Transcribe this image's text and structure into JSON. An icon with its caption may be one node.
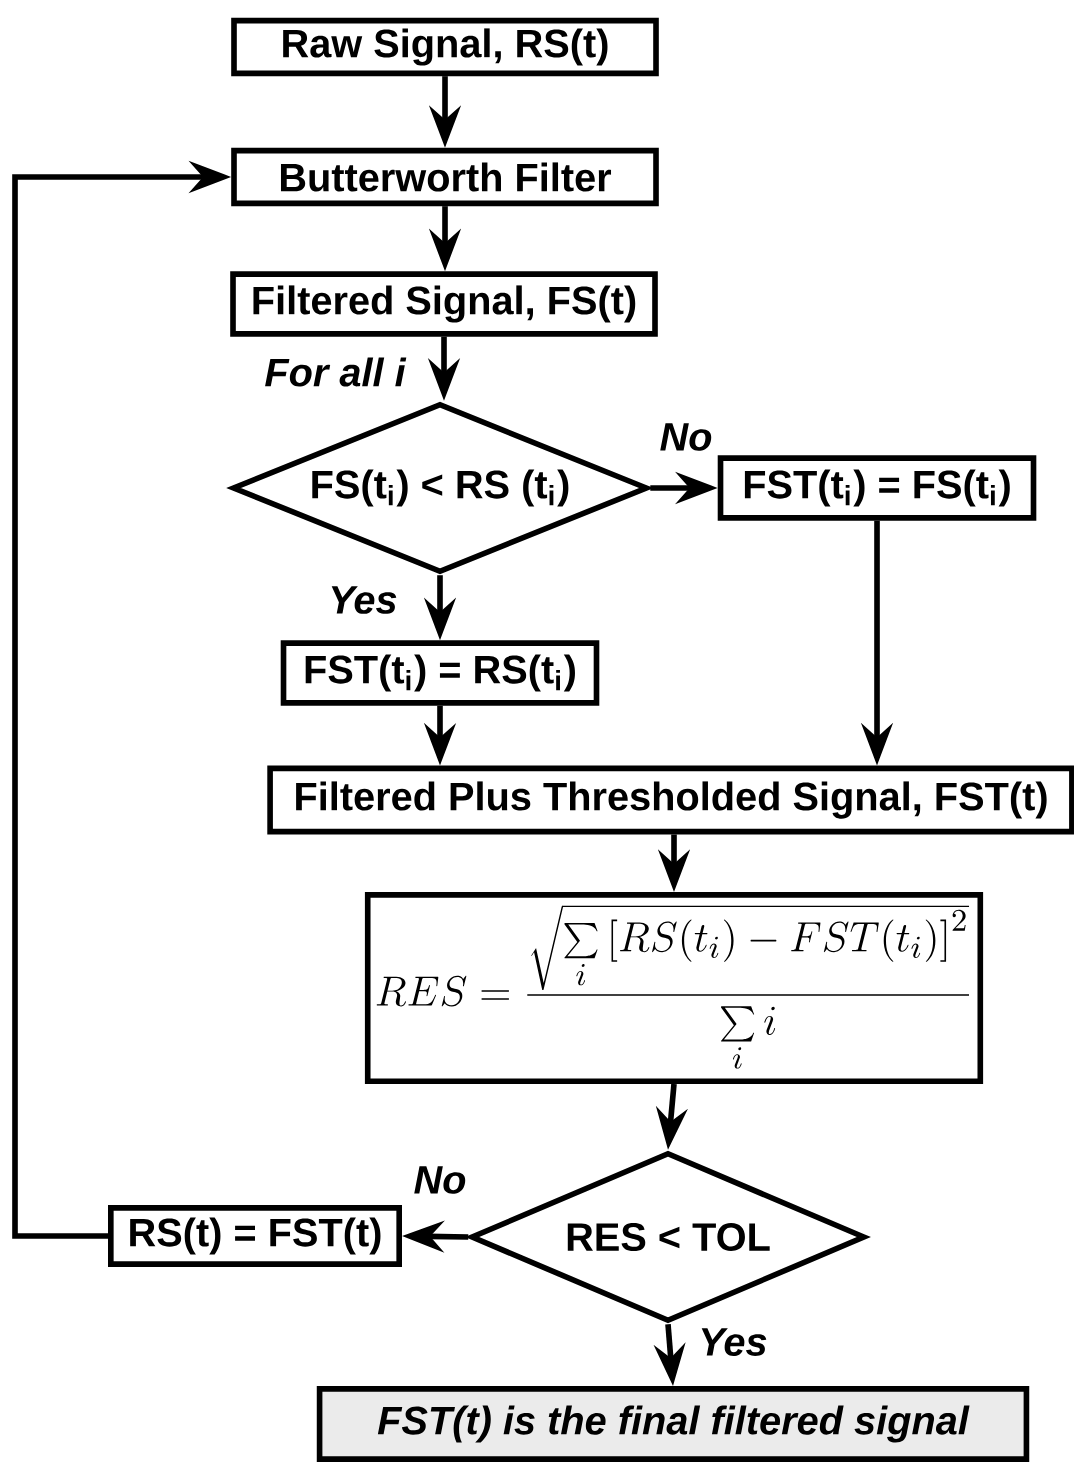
{
  "diagram": {
    "nodes": [
      {
        "text": [
          "Raw Signal, RS(t)"
        ]
      },
      {
        "text": [
          "Butterworth Filter"
        ]
      },
      {
        "text": [
          "Filtered Signal, FS(t)"
        ]
      },
      {
        "text": [
          "FS(t$_{i}$) < RS (t$_{i}$)"
        ]
      },
      {
        "text": [
          "FST(t$_{i}$) = FS(t$_{i}$)"
        ]
      },
      {
        "text": [
          "FST(t$_{i}$) = RS(t$_{i}$)"
        ]
      },
      {
        "text": [
          "Filtered Plus Thresholded Signal, FST(t)"
        ]
      },
      {
        "text": [
          "RES=\\frac{\\sqrt{\\sum\\limits_{i}\\left[RS(t_{i})-FST(t_{i})\\right]^{2}}}{\\sum\\limits_{i} i}"
        ]
      },
      {
        "text": [
          "RES < TOL"
        ]
      },
      {
        "text": [
          "RS(t) = FST(t)"
        ]
      },
      {
        "text": [
          "FST(t) is the final filtered signal"
        ]
      }
    ],
    "edges": [
      {
        "from": 0,
        "to": 1,
        "arrow": "to"
      },
      {
        "from": 1,
        "to": 2,
        "arrow": "to"
      },
      {
        "from": 2,
        "to": 3,
        "arrow": "to",
        "label": "For all i"
      },
      {
        "from": 3,
        "to": 4,
        "arrow": "to",
        "label": "No"
      },
      {
        "from": 3,
        "to": 5,
        "arrow": "to",
        "label": "Yes"
      },
      {
        "from": 5,
        "to": 6,
        "arrow": "to"
      },
      {
        "from": 4,
        "to": 6,
        "arrow": "to"
      },
      {
        "from": 6,
        "to": 7,
        "arrow": "to"
      },
      {
        "from": 7,
        "to": 8,
        "arrow": "to"
      },
      {
        "from": 8,
        "to": 9,
        "arrow": "to",
        "label": "No"
      },
      {
        "from": 9,
        "to": 1,
        "arrow": "to"
      },
      {
        "from": 8,
        "to": 10,
        "arrow": "to",
        "label": "Yes"
      }
    ]
  }
}
